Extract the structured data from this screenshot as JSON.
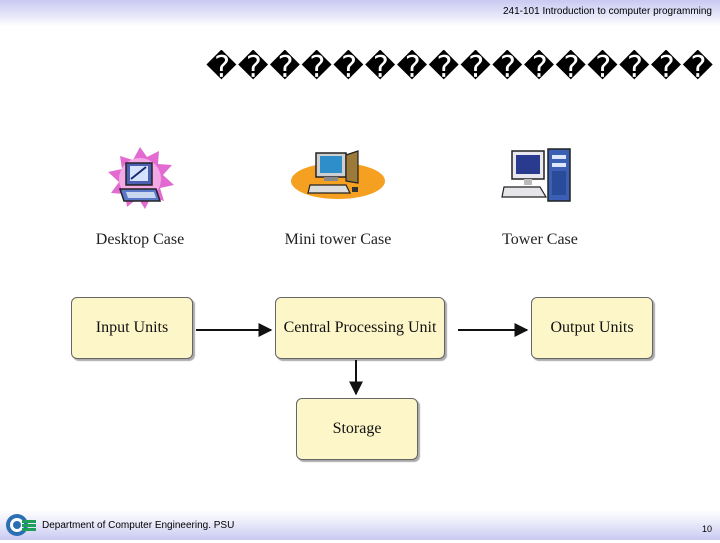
{
  "header": {
    "course": "241-101 Introduction to computer programming"
  },
  "slide": {
    "title": "����������������"
  },
  "cases": [
    {
      "label": "Desktop Case",
      "icon": "desktop-computer-icon"
    },
    {
      "label": "Mini tower Case",
      "icon": "mini-tower-computer-icon"
    },
    {
      "label": "Tower Case",
      "icon": "tower-computer-icon"
    }
  ],
  "diagram": {
    "input": "Input Units",
    "cpu": "Central Processing Unit",
    "output": "Output Units",
    "storage": "Storage"
  },
  "footer": {
    "department": "Department of Computer Engineering. PSU",
    "page": "10"
  },
  "colors": {
    "box_fill": "#fdf6c8",
    "header_band": "#c9c9f2"
  }
}
